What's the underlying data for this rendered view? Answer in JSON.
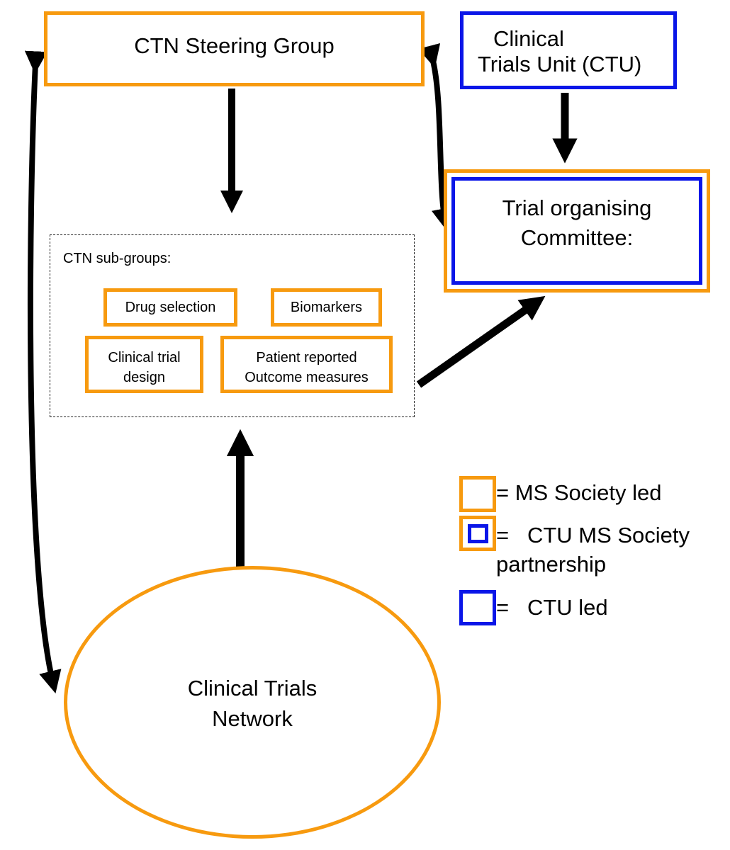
{
  "nodes": {
    "steering_group": {
      "label": "CTN Steering Group"
    },
    "ctu": {
      "label_line1": "Clinical",
      "label_line2": "Trials Unit (CTU)"
    },
    "trial_committee": {
      "label_line1": "Trial organising",
      "label_line2": "Committee:"
    },
    "subgroups": {
      "title": "CTN sub-groups:",
      "items": [
        {
          "line1": "Drug selection",
          "line2": ""
        },
        {
          "line1": "Biomarkers",
          "line2": ""
        },
        {
          "line1": "Clinical trial",
          "line2": "design"
        },
        {
          "line1": "Patient reported",
          "line2": "Outcome measures"
        }
      ]
    },
    "network": {
      "label_line1": "Clinical Trials",
      "label_line2": "Network"
    }
  },
  "legend": [
    {
      "symbol": "orange-box",
      "text": "= MS Society led"
    },
    {
      "symbol": "orange-blue-box",
      "text": "=   CTU MS Society",
      "text_line2": "partnership"
    },
    {
      "symbol": "blue-box",
      "text": "=   CTU led"
    }
  ],
  "colors": {
    "ms_society": "#f79a0f",
    "ctu": "#0a16e8",
    "arrow": "#000000"
  }
}
